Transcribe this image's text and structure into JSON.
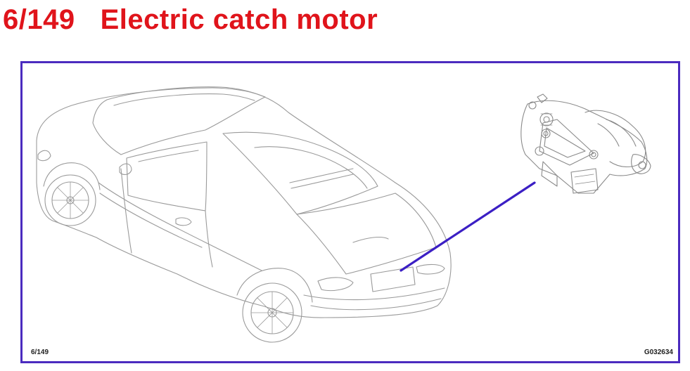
{
  "header": {
    "number": "6/149",
    "title": "Electric catch motor"
  },
  "figure": {
    "reference": "6/149",
    "code": "G032634"
  },
  "colors": {
    "title": "#e0141b",
    "frame": "#4b2bbf",
    "leader_line": "#3b1fc4",
    "line_art": "#9a9a9a"
  },
  "parts": {
    "car": "convertible car (rear three-quarter view)",
    "motor": "electric catch motor"
  }
}
